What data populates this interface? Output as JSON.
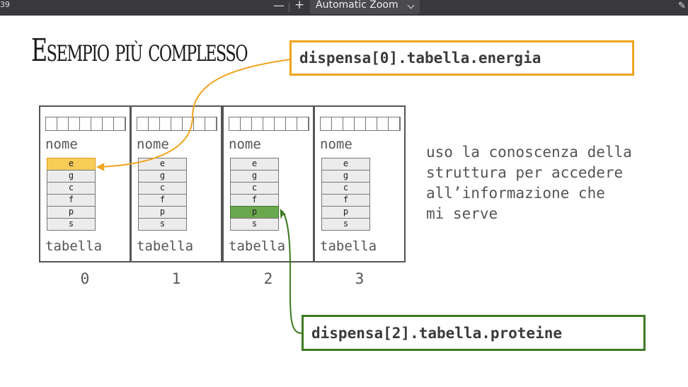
{
  "toolbar": {
    "page_number": "39",
    "zoom_out": "—",
    "zoom_in": "+",
    "zoom_label": "Automatic Zoom",
    "pen_icon": "✎"
  },
  "slide": {
    "title": "Esempio più complesso",
    "callout_top": "dispensa[0].tabella.energia",
    "callout_bottom": "dispensa[2].tabella.proteine",
    "cells": [
      {
        "index": "0",
        "nome": "nome",
        "tabella": "tabella",
        "fields": [
          "e",
          "g",
          "c",
          "f",
          "p",
          "s"
        ],
        "highlight": "e",
        "highlight_color": "#f7cd58"
      },
      {
        "index": "1",
        "nome": "nome",
        "tabella": "tabella",
        "fields": [
          "e",
          "g",
          "c",
          "f",
          "p",
          "s"
        ]
      },
      {
        "index": "2",
        "nome": "nome",
        "tabella": "tabella",
        "fields": [
          "e",
          "g",
          "c",
          "f",
          "p",
          "s"
        ],
        "highlight": "p",
        "highlight_color": "#6aa84f"
      },
      {
        "index": "3",
        "nome": "nome",
        "tabella": "tabella",
        "fields": [
          "e",
          "g",
          "c",
          "f",
          "p",
          "s"
        ]
      }
    ],
    "note_lines": [
      "uso la conoscenza della",
      "struttura per accedere",
      "all’informazione che",
      "mi serve"
    ]
  },
  "colors": {
    "accent_orange": "#f0a41e",
    "accent_green": "#3e7a23",
    "toolbar_bg": "#38383d"
  },
  "icons": [
    "minus-icon",
    "plus-icon",
    "chevron-down-icon",
    "pen-icon"
  ]
}
